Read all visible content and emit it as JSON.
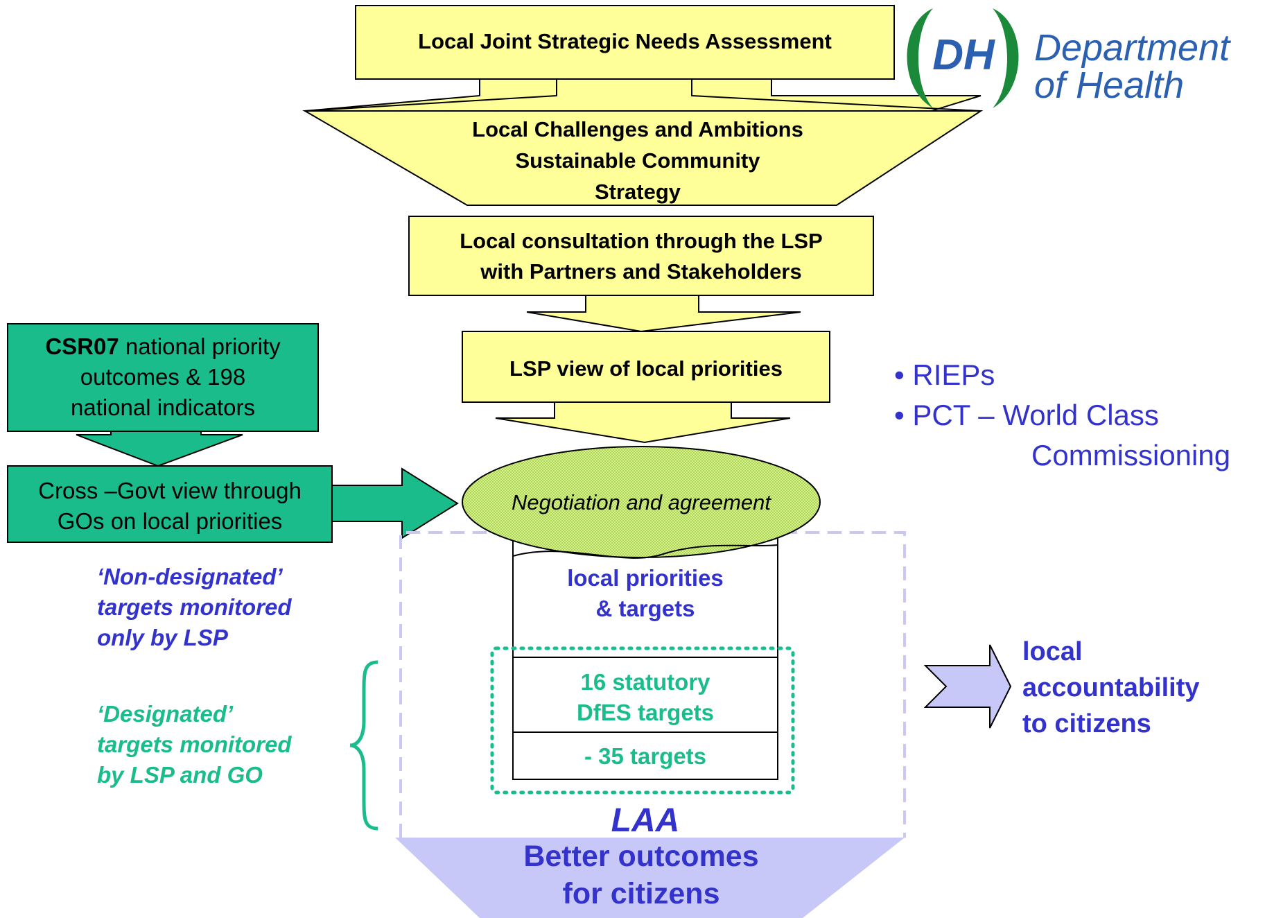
{
  "logo": {
    "mark": "DH",
    "line1": "Department",
    "line2": "of Health",
    "colors": {
      "green": "#1a8a3a",
      "blue": "#2b5fb0"
    }
  },
  "flow": {
    "jsna": "Local Joint Strategic Needs Assessment",
    "challenges": [
      "Local Challenges and Ambitions",
      "Sustainable Community",
      "Strategy"
    ],
    "consultation": [
      "Local consultation through the LSP",
      "with Partners and Stakeholders"
    ],
    "lsp_view": "LSP view of local priorities",
    "negotiation": "Negotiation and agreement"
  },
  "csr": {
    "bold": "CSR07",
    "line1_rest": " national priority",
    "line2": "outcomes & 198",
    "line3": "national indicators"
  },
  "cross_govt": [
    "Cross –Govt view through",
    "GOs on local priorities"
  ],
  "non_designated": [
    "‘Non-designated’",
    "targets monitored",
    "only by LSP"
  ],
  "designated": [
    "‘Designated’",
    "targets monitored",
    "by LSP and GO"
  ],
  "laa": {
    "local_priorities": [
      "local priorities",
      "& targets"
    ],
    "statutory": [
      "16 statutory",
      "DfES targets"
    ],
    "targets_35": "- 35 targets",
    "label": "LAA",
    "outcome": [
      "Better outcomes",
      "for citizens"
    ]
  },
  "bullets": {
    "item1": "RIEPs",
    "item2_a": "PCT – World Class",
    "item2_b": "Commissioning"
  },
  "accountability": [
    "local",
    "accountability",
    "to citizens"
  ],
  "colors": {
    "yellow": "#ffff99",
    "teal": "#1abc8c",
    "blue_text": "#3333cc",
    "lavender": "#c8c8f8",
    "ellipse": "#c8e86a"
  }
}
